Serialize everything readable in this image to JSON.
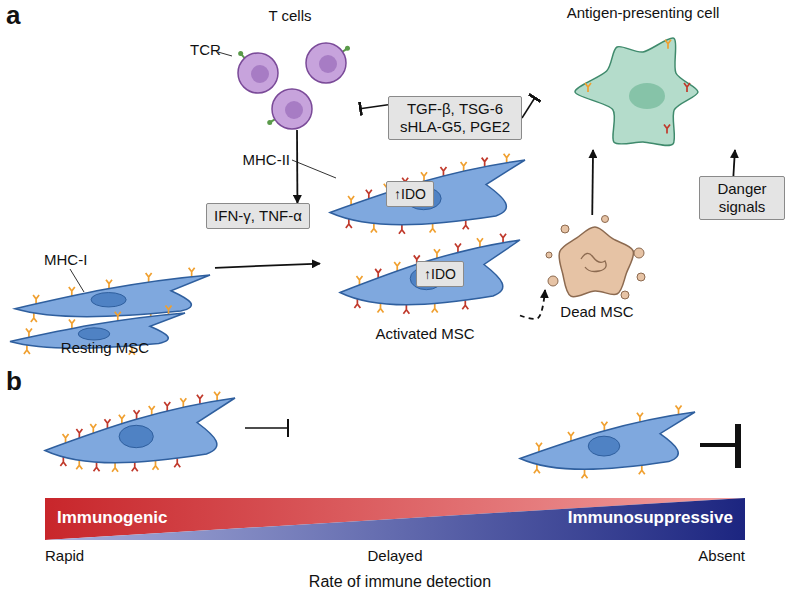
{
  "diagram": {
    "nodes": [
      {
        "text": [
          "T cells"
        ]
      },
      {
        "text": [
          "Resting MSC"
        ]
      },
      {
        "text": [
          "IFN-γ, TNF-α"
        ]
      },
      {
        "text": [
          "Activated MSC"
        ]
      },
      {
        "text": [
          "↑IDO"
        ],
        "in": 3
      },
      {
        "text": [
          "↑IDO"
        ],
        "in": 3
      },
      {
        "text": [
          "TGF-β, TSG-6 sHLA-G5, PGE2"
        ]
      },
      {
        "text": [
          "Antigen-presenting cell"
        ]
      },
      {
        "text": [
          "Dead MSC"
        ]
      },
      {
        "text": [
          "Danger signals"
        ]
      },
      {
        "text": [
          "Immunogenic"
        ]
      },
      {
        "text": [
          "Immunosuppressive"
        ]
      }
    ],
    "edges": [
      {
        "from": 0,
        "to": 2,
        "arrow": "to"
      },
      {
        "from": 1,
        "to": 3,
        "arrow": "to"
      },
      {
        "from": 6,
        "to": 0,
        "arrow": "to"
      },
      {
        "from": 6,
        "to": 7,
        "arrow": "to"
      },
      {
        "from": 3,
        "to": 8,
        "arrow": "to"
      },
      {
        "from": 8,
        "to": 7,
        "arrow": "to"
      },
      {
        "from": 9,
        "to": 7,
        "arrow": "to"
      }
    ],
    "labels": [
      "a",
      "TCR",
      "MHC-I",
      "MHC-II",
      "b",
      "Rapid",
      "Delayed",
      "Absent",
      "Rate of immune detection"
    ]
  }
}
